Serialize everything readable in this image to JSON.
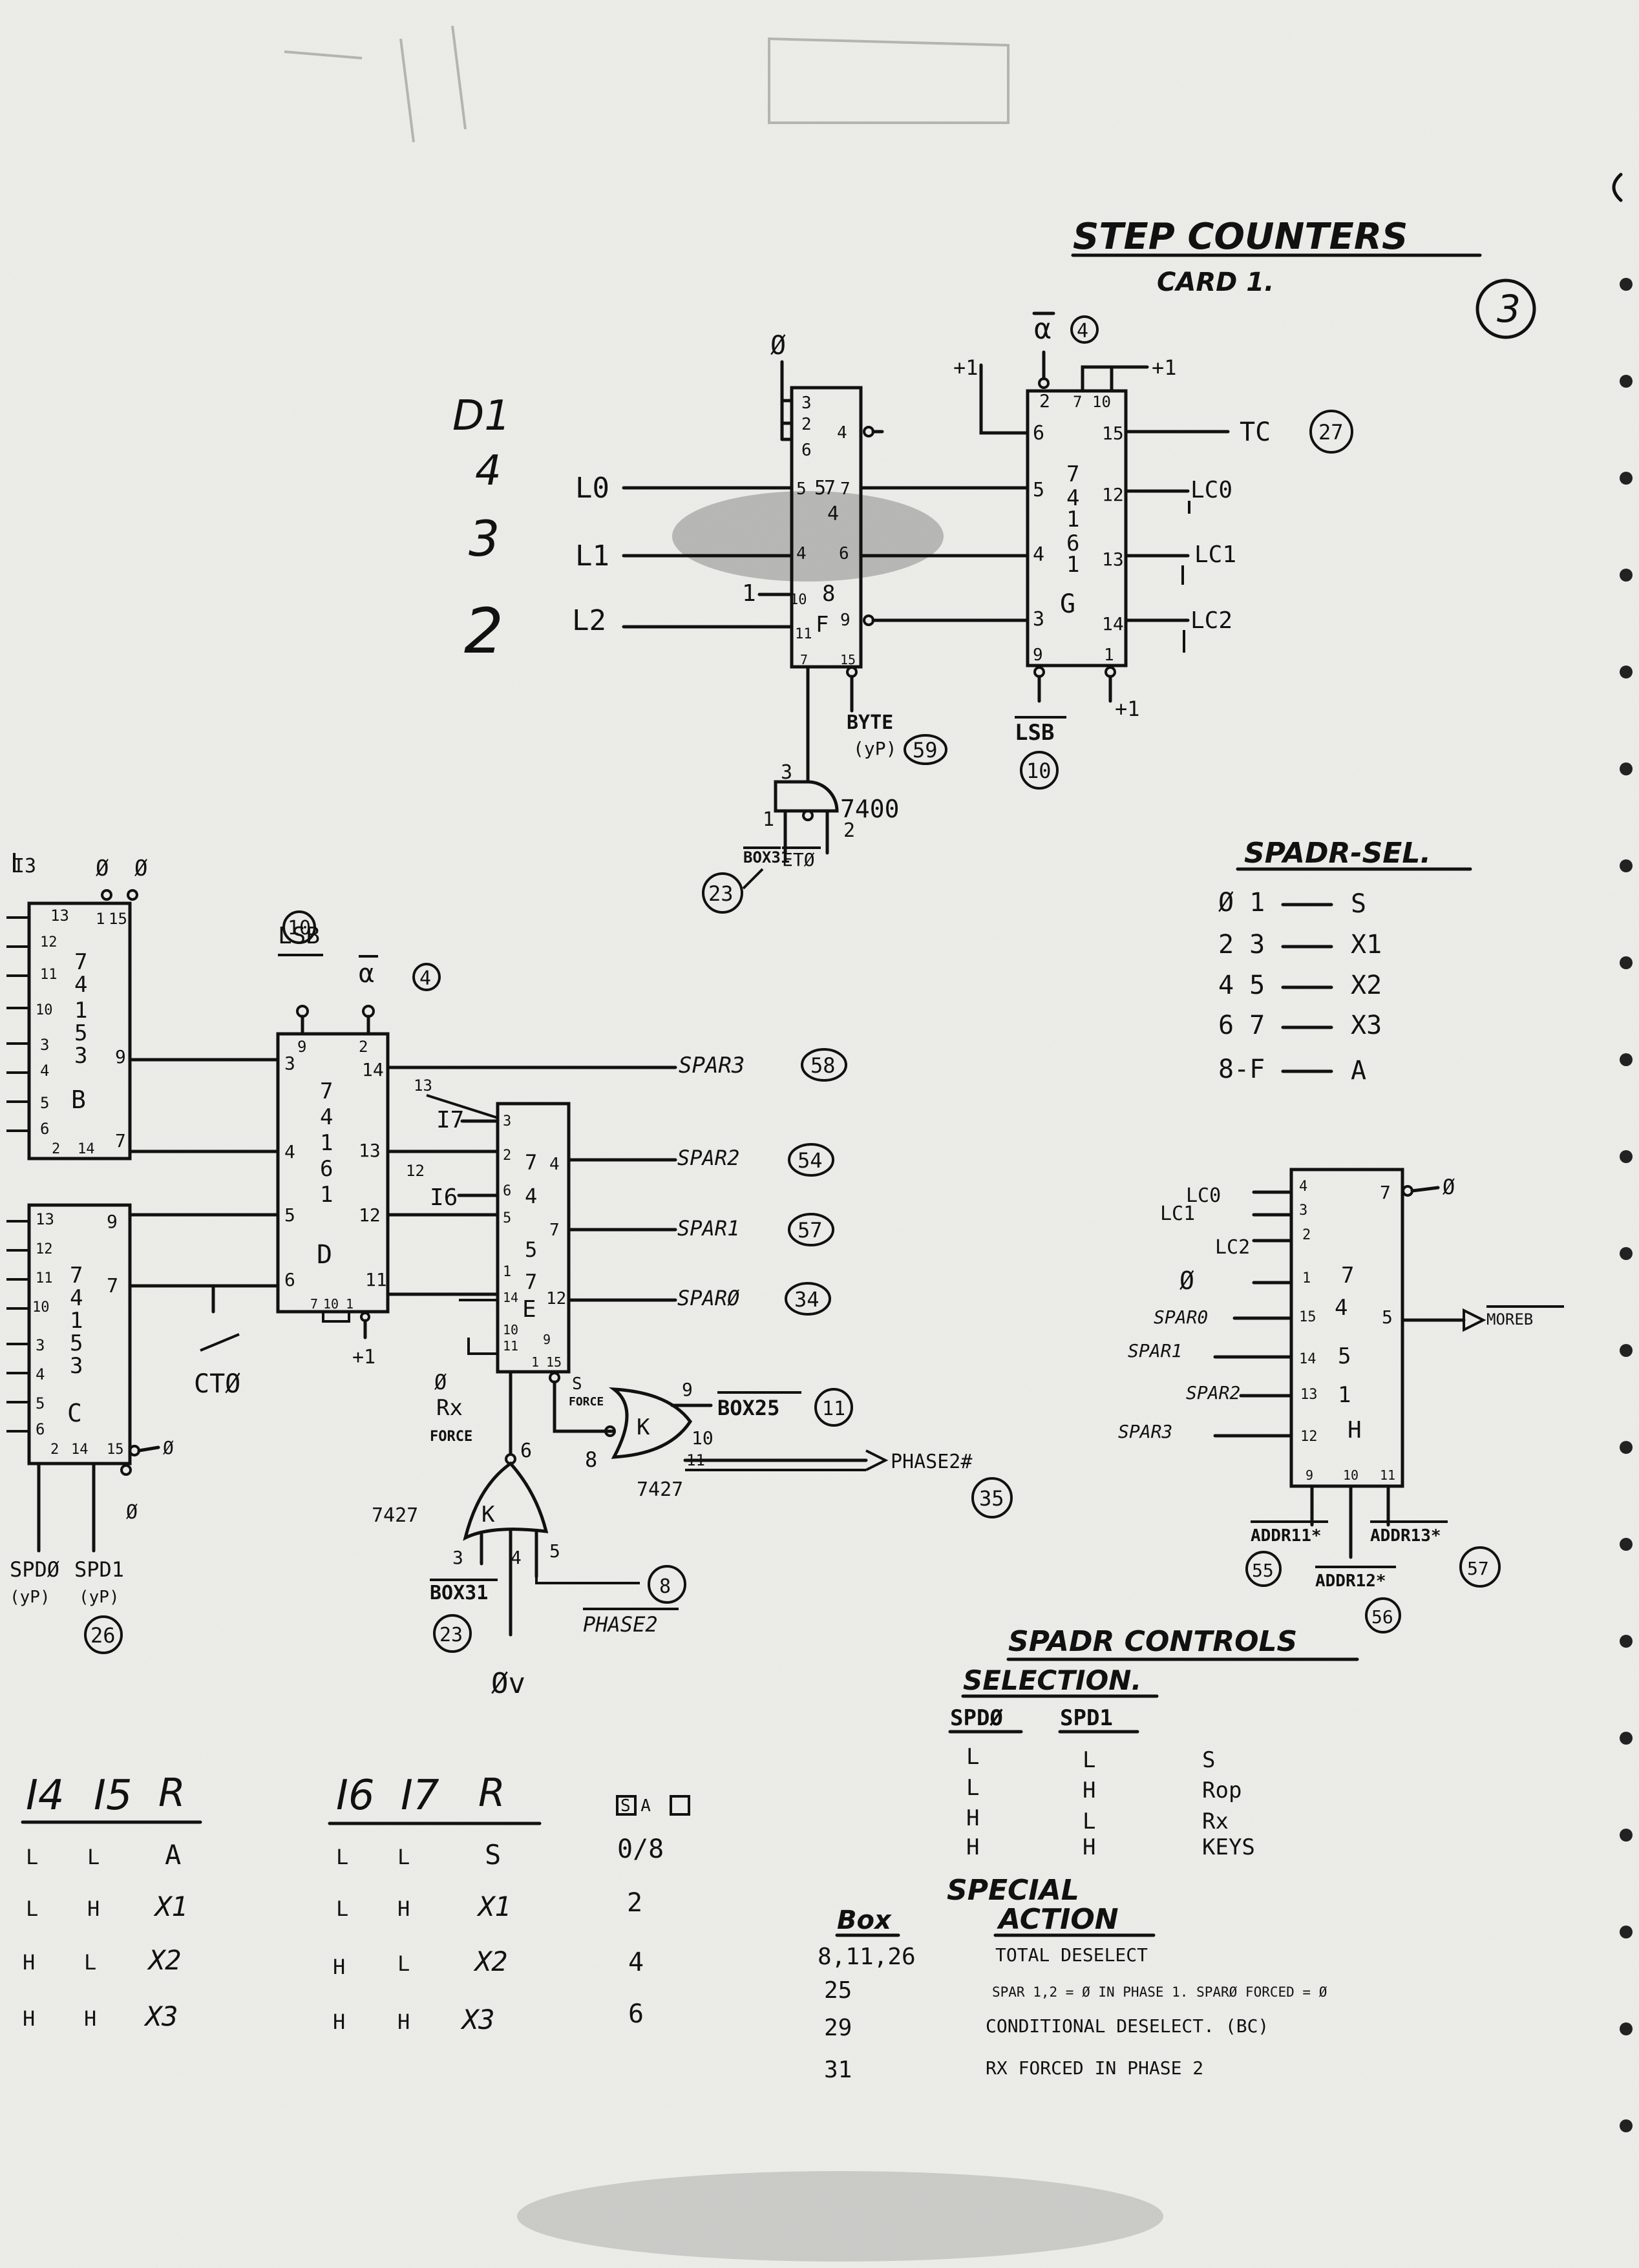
{
  "title": "STEP COUNTERS",
  "subtitle": "CARD 1.",
  "page_number": "3",
  "margin_note": [
    "D1",
    "4",
    "3",
    "2"
  ],
  "top_section": {
    "inputs": [
      "L0",
      "L1",
      "L2"
    ],
    "zero_label": "Ø",
    "one_label": "1",
    "mux_pins_left": [
      "3",
      "2",
      "6",
      "5",
      "4",
      "10",
      "11"
    ],
    "mux_pins_right": [
      "4",
      "7",
      "6",
      "9"
    ],
    "mux_pins_bottom": [
      "7",
      "15"
    ],
    "mux_id": [
      "5",
      "7",
      "4",
      "8",
      "F"
    ],
    "byte_label": "BYTE",
    "byte_sub": "(yP)",
    "byte_box": "59",
    "gate_part": "7400",
    "gate_pins": [
      "3",
      "1",
      "2"
    ],
    "gate_in_left": "BOX31",
    "gate_in_right": "ETØ",
    "gate_box": "23",
    "counter_id": [
      "7",
      "4",
      "1",
      "6",
      "1",
      "G"
    ],
    "counter_top_pins": [
      "2",
      "7",
      "10"
    ],
    "counter_left_pins": [
      "6",
      "5",
      "4",
      "3"
    ],
    "counter_right_pins": [
      "15",
      "12",
      "13",
      "14"
    ],
    "counter_bottom_pins": [
      "9",
      "1"
    ],
    "alpha_label": "α",
    "alpha_box": "4",
    "plus_one": "+1",
    "tc_label": "TC",
    "tc_box": "27",
    "outputs": [
      "LC0",
      "LC1",
      "LC2"
    ],
    "lsb_label": "LSB",
    "lsb_box": "10"
  },
  "middle_section": {
    "chip_b": {
      "id": [
        "7",
        "4",
        "1",
        "5",
        "3",
        "B"
      ],
      "pins": [
        "13",
        "12",
        "11",
        "10",
        "3",
        "4",
        "5",
        "6",
        "1",
        "15",
        "9",
        "7",
        "2",
        "14"
      ]
    },
    "chip_c": {
      "id": [
        "7",
        "4",
        "1",
        "5",
        "3",
        "C"
      ],
      "pins": [
        "13",
        "12",
        "11",
        "10",
        "3",
        "4",
        "5",
        "6",
        "9",
        "7",
        "2",
        "14",
        "15"
      ]
    },
    "chip_d": {
      "id": [
        "7",
        "4",
        "1",
        "6",
        "1",
        "D"
      ],
      "pins_left": [
        "3",
        "4",
        "5",
        "6"
      ],
      "pins_right": [
        "14",
        "13",
        "12",
        "11"
      ],
      "pins_top": [
        "9",
        "2"
      ],
      "pins_bottom": [
        "7",
        "10",
        "1"
      ]
    },
    "chip_e": {
      "id": [
        "7",
        "4",
        "5",
        "7",
        "E"
      ],
      "pins_left": [
        "3",
        "2",
        "6",
        "5",
        "1",
        "14",
        "10",
        "11"
      ],
      "pins_right": [
        "4",
        "7",
        "12"
      ],
      "pins_bottom": [
        "9",
        "1",
        "15"
      ]
    },
    "i3_label": "I3",
    "zeros": [
      "Ø",
      "Ø"
    ],
    "d_lsb_box": "10",
    "d_lsb_label": "LSB",
    "d_alpha": "α",
    "d_alpha_box": "4",
    "plus_one": "+1",
    "ct_label": "CTØ",
    "i7": "I7",
    "i6": "I6",
    "pin_13": "13",
    "pin_12": "12",
    "spar_outputs": [
      {
        "label": "SPAR3",
        "box": "58"
      },
      {
        "label": "SPAR2",
        "box": "54"
      },
      {
        "label": "SPAR1",
        "box": "57"
      },
      {
        "label": "SPARØ",
        "box": "34"
      }
    ],
    "bottom_left": [
      {
        "label": "SPDØ",
        "sub": "(yP)",
        "box": ""
      },
      {
        "label": "SPD1",
        "sub": "(yP)",
        "box": "26"
      }
    ],
    "s_force": [
      "S",
      "FORCE"
    ],
    "nor_part": "7427",
    "nor_id": "K",
    "nor_pins": [
      "9",
      "10",
      "11",
      "8"
    ],
    "box25_label": "BOX25",
    "box25_box": "11",
    "phase2_label": "PHASE2#",
    "phase2_box": "35",
    "rx_force": [
      "Rx",
      "FORCE"
    ],
    "or_part": "7427",
    "or_id": "K",
    "or_pins": [
      "6",
      "3",
      "4",
      "5"
    ],
    "box31_label": "BOX31",
    "box31_box": "23",
    "phase2b_label": "PHASE2",
    "phase2b_box": "8",
    "phi_v": "Øv"
  },
  "spadr_sel": {
    "title": "SPADR-SEL.",
    "rows": [
      {
        "code": "Ø 1",
        "value": "S"
      },
      {
        "code": "2 3",
        "value": "X1"
      },
      {
        "code": "4 5",
        "value": "X2"
      },
      {
        "code": "6 7",
        "value": "X3"
      },
      {
        "code": "8-F",
        "value": "A"
      }
    ]
  },
  "chip_h": {
    "id": [
      "7",
      "4",
      "5",
      "1",
      "H"
    ],
    "inputs": [
      "LC0",
      "LC1",
      "LC2",
      "Ø",
      "SPAR0",
      "SPAR1",
      "SPAR2",
      "SPAR3"
    ],
    "pins_left": [
      "4",
      "3",
      "2",
      "1",
      "15",
      "14",
      "13",
      "12"
    ],
    "pins_right": [
      "7",
      "5"
    ],
    "pins_bottom": [
      "9",
      "10",
      "11"
    ],
    "zero_label": "Ø",
    "output": "MOREB",
    "addr": [
      {
        "label": "ADDR11*",
        "box": "55"
      },
      {
        "label": "ADDR12*",
        "box": "56"
      },
      {
        "label": "ADDR13*",
        "box": "57"
      }
    ]
  },
  "spadr_control": {
    "title": "SPADR CONTROLS",
    "subtitle": "SELECTION.",
    "headers": [
      "SPDØ",
      "SPD1",
      ""
    ],
    "rows": [
      [
        "L",
        "L",
        "S"
      ],
      [
        "L",
        "H",
        "Rop"
      ],
      [
        "H",
        "L",
        "Rx"
      ],
      [
        "H",
        "H",
        "KEYS"
      ]
    ]
  },
  "truth_tables": [
    {
      "headers": [
        "I4",
        "I5",
        "R"
      ],
      "rows": [
        [
          "L",
          "L",
          "A"
        ],
        [
          "L",
          "H",
          "X1"
        ],
        [
          "H",
          "L",
          "X2"
        ],
        [
          "H",
          "H",
          "X3"
        ]
      ]
    },
    {
      "headers": [
        "I6",
        "I7",
        "R"
      ],
      "rows": [
        [
          "L",
          "L",
          "S"
        ],
        [
          "L",
          "H",
          "X1"
        ],
        [
          "H",
          "L",
          "X2"
        ],
        [
          "H",
          "H",
          "X3"
        ]
      ]
    }
  ],
  "box_column": {
    "header": "S A",
    "values": [
      "0/8",
      "2",
      "4",
      "6"
    ]
  },
  "special_action": {
    "title": [
      "SPECIAL",
      "ACTION"
    ],
    "box_header": "Box",
    "rows": [
      {
        "box": "8,11,26",
        "action": "TOTAL DESELECT"
      },
      {
        "box": "25",
        "action": "SPAR 1,2 = Ø IN PHASE 1.  SPARØ FORCED = Ø"
      },
      {
        "box": "29",
        "action": "CONDITIONAL DESELECT. (BC)"
      },
      {
        "box": "31",
        "action": "RX FORCED IN PHASE 2"
      }
    ]
  }
}
